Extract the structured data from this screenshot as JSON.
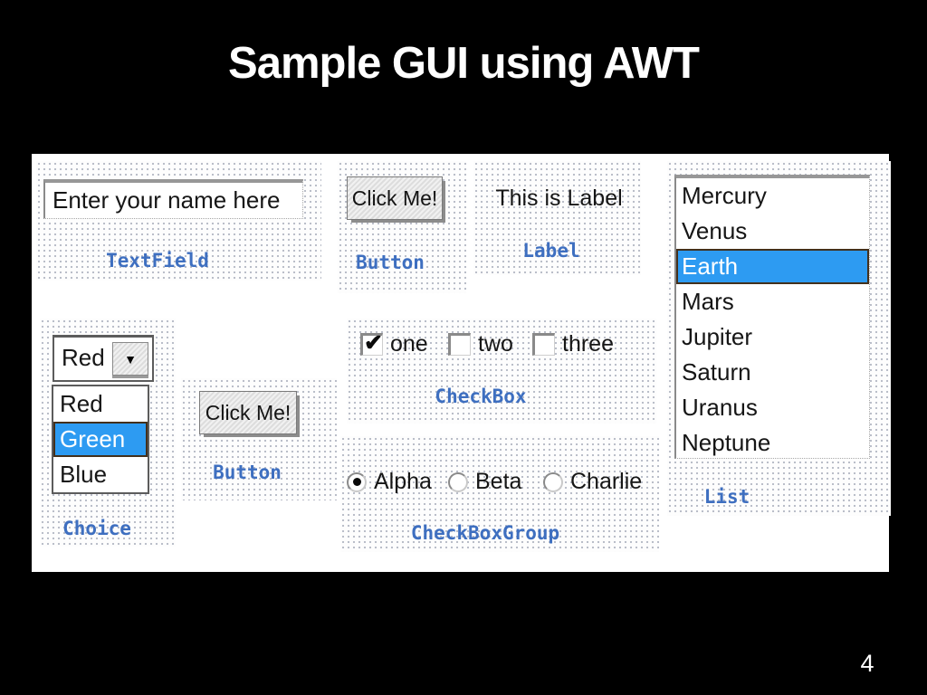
{
  "slide": {
    "title": "Sample GUI using AWT",
    "page_number": "4"
  },
  "demos": {
    "textfield": {
      "value": "Enter your name here",
      "caption": "TextField"
    },
    "button1": {
      "label": "Click Me!",
      "caption": "Button"
    },
    "label": {
      "text": "This is Label",
      "caption": "Label"
    },
    "list": {
      "caption": "List",
      "selected": "Earth",
      "items": [
        "Mercury",
        "Venus",
        "Earth",
        "Mars",
        "Jupiter",
        "Saturn",
        "Uranus",
        "Neptune"
      ]
    },
    "choice": {
      "caption": "Choice",
      "value": "Red",
      "highlighted": "Green",
      "options": [
        "Red",
        "Green",
        "Blue"
      ]
    },
    "button2": {
      "label": "Click Me!",
      "caption": "Button"
    },
    "checkbox": {
      "caption": "CheckBox",
      "items": [
        {
          "label": "one",
          "checked": true
        },
        {
          "label": "two",
          "checked": false
        },
        {
          "label": "three",
          "checked": false
        }
      ]
    },
    "checkboxgroup": {
      "caption": "CheckBoxGroup",
      "items": [
        {
          "label": "Alpha",
          "selected": true
        },
        {
          "label": "Beta",
          "selected": false
        },
        {
          "label": "Charlie",
          "selected": false
        }
      ]
    }
  },
  "icons": {
    "checkmark": "✔",
    "dropdown_arrow": "▼"
  },
  "colors": {
    "caption_blue": "#3e6fc0",
    "selection_blue": "#2d9bf2",
    "slide_bg": "#000000"
  }
}
